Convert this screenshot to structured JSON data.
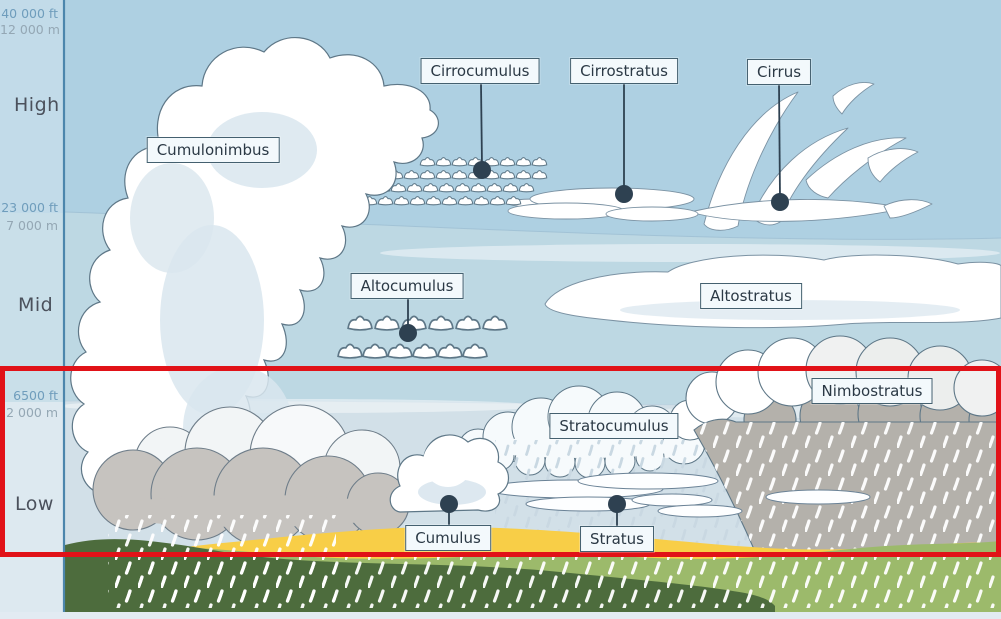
{
  "altitude_scale": {
    "ticks": [
      {
        "feet": "40 000 ft",
        "meters": "12 000 m"
      },
      {
        "feet": "23 000 ft",
        "meters": "7 000 m"
      },
      {
        "feet": "6500 ft",
        "meters": "2 000 m"
      }
    ],
    "levels": [
      {
        "name": "High"
      },
      {
        "name": "Mid"
      },
      {
        "name": "Low"
      }
    ]
  },
  "cloud_labels": {
    "cumulonimbus": "Cumulonimbus",
    "cirrocumulus": "Cirrocumulus",
    "cirrostratus": "Cirrostratus",
    "cirrus": "Cirrus",
    "altocumulus": "Altocumulus",
    "altostratus": "Altostratus",
    "nimbostratus": "Nimbostratus",
    "stratocumulus": "Stratocumulus",
    "cumulus": "Cumulus",
    "stratus": "Stratus"
  },
  "colors": {
    "sky_high": "#aed0e2",
    "sky_mid": "#bdd8e3",
    "sky_low": "#d2e0e8",
    "strip_high": "#c2dbe9",
    "strip_mid": "#c9dfe9",
    "strip_low": "#dde9f0",
    "axis_line": "#4c86ac",
    "tick_feet": "#6f9dbc",
    "tick_meters": "#94a7b4",
    "level_text": "#4b515c",
    "label_bg": "#f3f9fc",
    "label_border": "#44606f",
    "label_text": "#2b3945",
    "connector": "#2e4151",
    "cloud_fill": "#ffffff",
    "cloud_stroke": "#5e7787",
    "cloud_shade": "#d9e6ee",
    "gray_cloud": "#c6c3bf",
    "rain_column": "#b4b1ab",
    "hill_yellow": "#f8ce47",
    "hill_light_green": "#9cba6b",
    "hill_dark_green": "#4d6c3d",
    "highlight_red": "#e11218",
    "rain_white": "#ffffff",
    "rain_blue": "#c9d8e2",
    "page_bottom": "#e2ebf2"
  }
}
